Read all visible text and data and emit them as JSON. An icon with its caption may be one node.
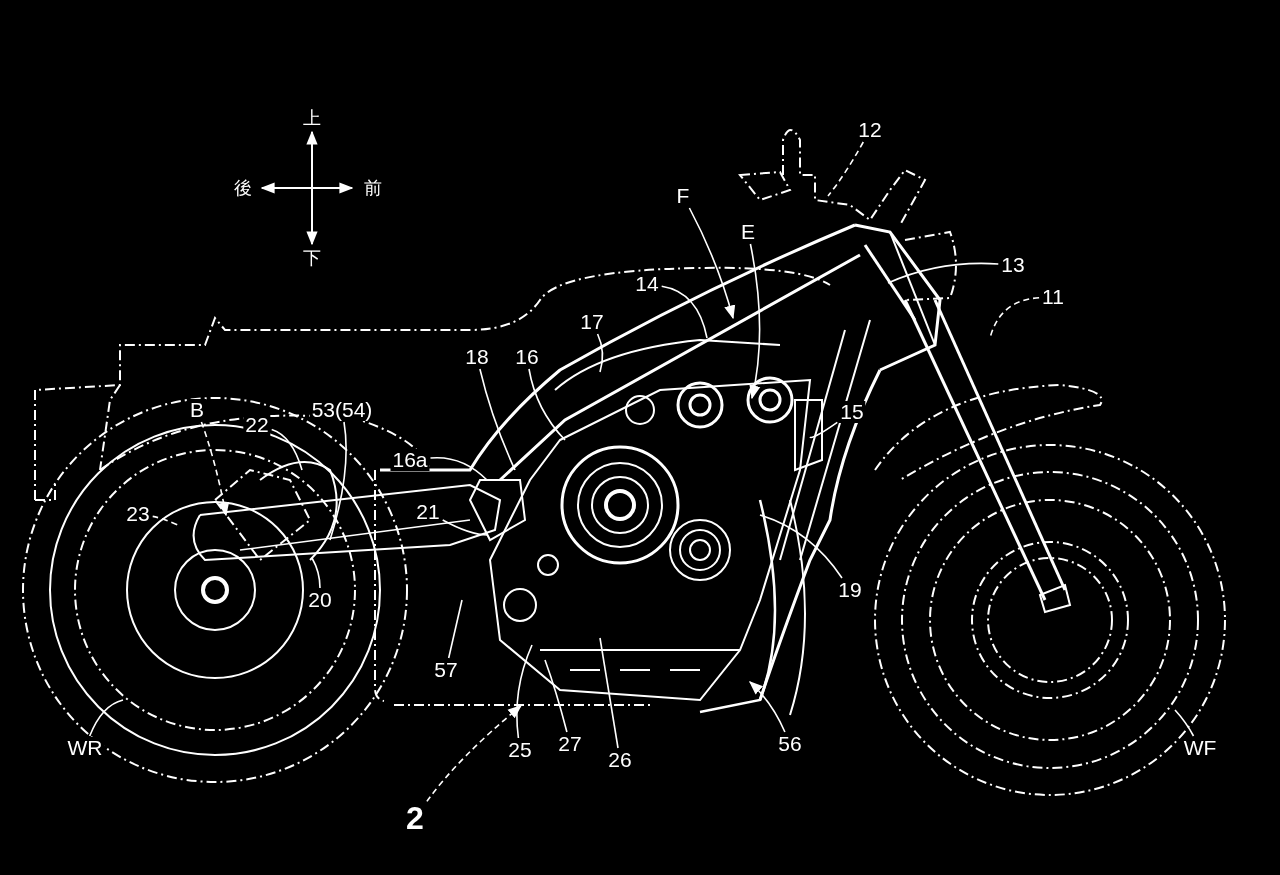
{
  "diagram": {
    "nodes": [
      {
        "text": [
          "12"
        ]
      },
      {
        "text": [
          "F"
        ]
      },
      {
        "text": [
          "E"
        ]
      },
      {
        "text": [
          "13"
        ]
      },
      {
        "text": [
          "14"
        ]
      },
      {
        "text": [
          "11"
        ]
      },
      {
        "text": [
          "17"
        ]
      },
      {
        "text": [
          "18"
        ]
      },
      {
        "text": [
          "16"
        ]
      },
      {
        "text": [
          "15"
        ]
      },
      {
        "text": [
          "B"
        ]
      },
      {
        "text": [
          "53(54)"
        ]
      },
      {
        "text": [
          "22"
        ]
      },
      {
        "text": [
          "16a"
        ]
      },
      {
        "text": [
          "21"
        ]
      },
      {
        "text": [
          "23"
        ]
      },
      {
        "text": [
          "19"
        ]
      },
      {
        "text": [
          "20"
        ]
      },
      {
        "text": [
          "57"
        ]
      },
      {
        "text": [
          "25"
        ]
      },
      {
        "text": [
          "27"
        ]
      },
      {
        "text": [
          "26"
        ]
      },
      {
        "text": [
          "56"
        ]
      },
      {
        "text": [
          "WR"
        ]
      },
      {
        "text": [
          "WF"
        ]
      },
      {
        "text": [
          "2"
        ]
      },
      {
        "text": [],
        "shape": "box"
      }
    ],
    "edges": [
      {
        "from": 0,
        "to": null,
        "arrow": "none",
        "style": "dashed"
      },
      {
        "from": 1,
        "to": null,
        "arrow": "to"
      },
      {
        "from": 2,
        "to": null,
        "arrow": "to"
      },
      {
        "from": 3,
        "to": null,
        "arrow": "none"
      },
      {
        "from": 4,
        "to": null,
        "arrow": "none"
      },
      {
        "from": 5,
        "to": null,
        "arrow": "none",
        "style": "dashed"
      },
      {
        "from": 6,
        "to": null,
        "arrow": "none"
      },
      {
        "from": 7,
        "to": null,
        "arrow": "none"
      },
      {
        "from": 8,
        "to": null,
        "arrow": "none"
      },
      {
        "from": 9,
        "to": null,
        "arrow": "none"
      },
      {
        "from": 10,
        "to": null,
        "arrow": "to",
        "style": "dashed"
      },
      {
        "from": 11,
        "to": null,
        "arrow": "none"
      },
      {
        "from": 12,
        "to": null,
        "arrow": "none"
      },
      {
        "from": 13,
        "to": null,
        "arrow": "none"
      },
      {
        "from": 14,
        "to": null,
        "arrow": "none"
      },
      {
        "from": 15,
        "to": null,
        "arrow": "none",
        "style": "dashed"
      },
      {
        "from": 16,
        "to": null,
        "arrow": "none"
      },
      {
        "from": 17,
        "to": null,
        "arrow": "none"
      },
      {
        "from": 18,
        "to": null,
        "arrow": "none"
      },
      {
        "from": 19,
        "to": null,
        "arrow": "none"
      },
      {
        "from": 20,
        "to": null,
        "arrow": "none"
      },
      {
        "from": 21,
        "to": null,
        "arrow": "none"
      },
      {
        "from": 22,
        "to": null,
        "arrow": "to"
      },
      {
        "from": 23,
        "to": null,
        "arrow": "none"
      },
      {
        "from": 24,
        "to": null,
        "arrow": "none"
      },
      {
        "from": 25,
        "to": 26,
        "arrow": "to",
        "style": "dashed"
      }
    ],
    "labels": [
      "上",
      "後",
      "前",
      "下"
    ]
  }
}
